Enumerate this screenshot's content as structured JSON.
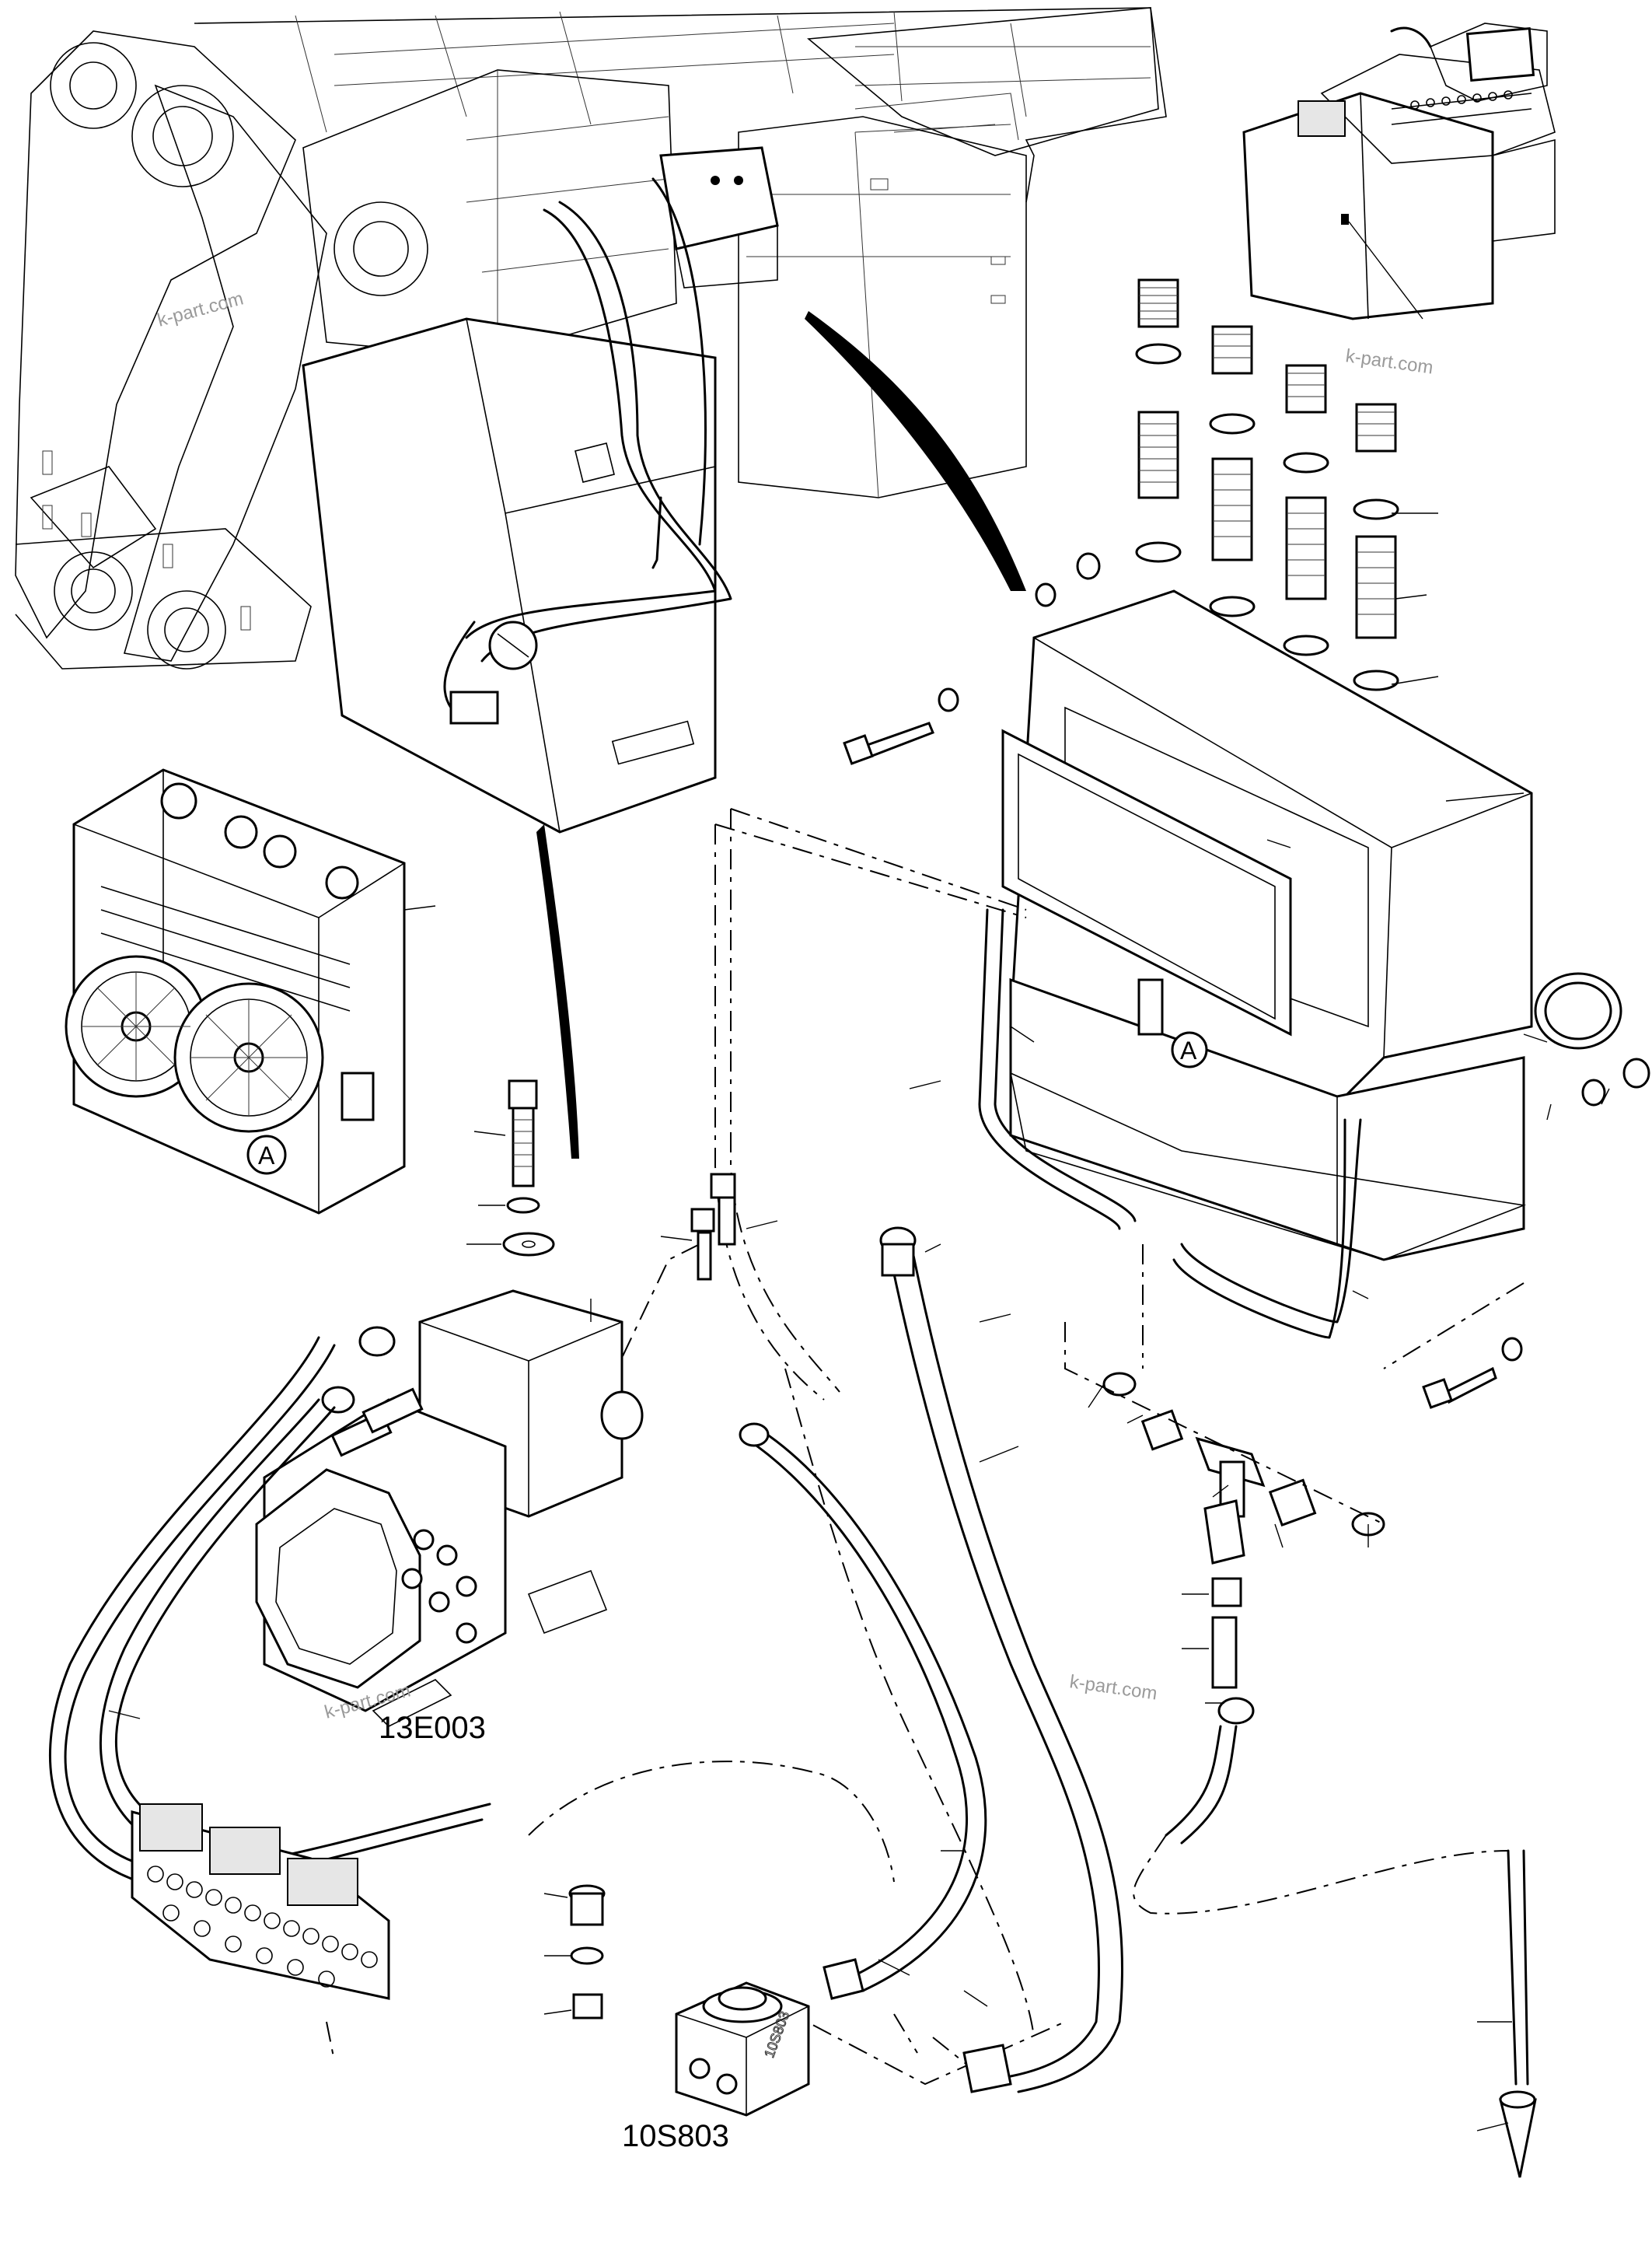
{
  "labels": {
    "compressor": "13E003",
    "switch": "10S803",
    "switch_plate": "10S803"
  },
  "callouts": {
    "detail_a": "A"
  },
  "watermarks": [
    "k-part.com",
    "k-part.com",
    "k-part.com",
    "k-part.com"
  ],
  "colors": {
    "line": "#000000",
    "background": "#ffffff",
    "watermark": "#9a9a9a"
  }
}
